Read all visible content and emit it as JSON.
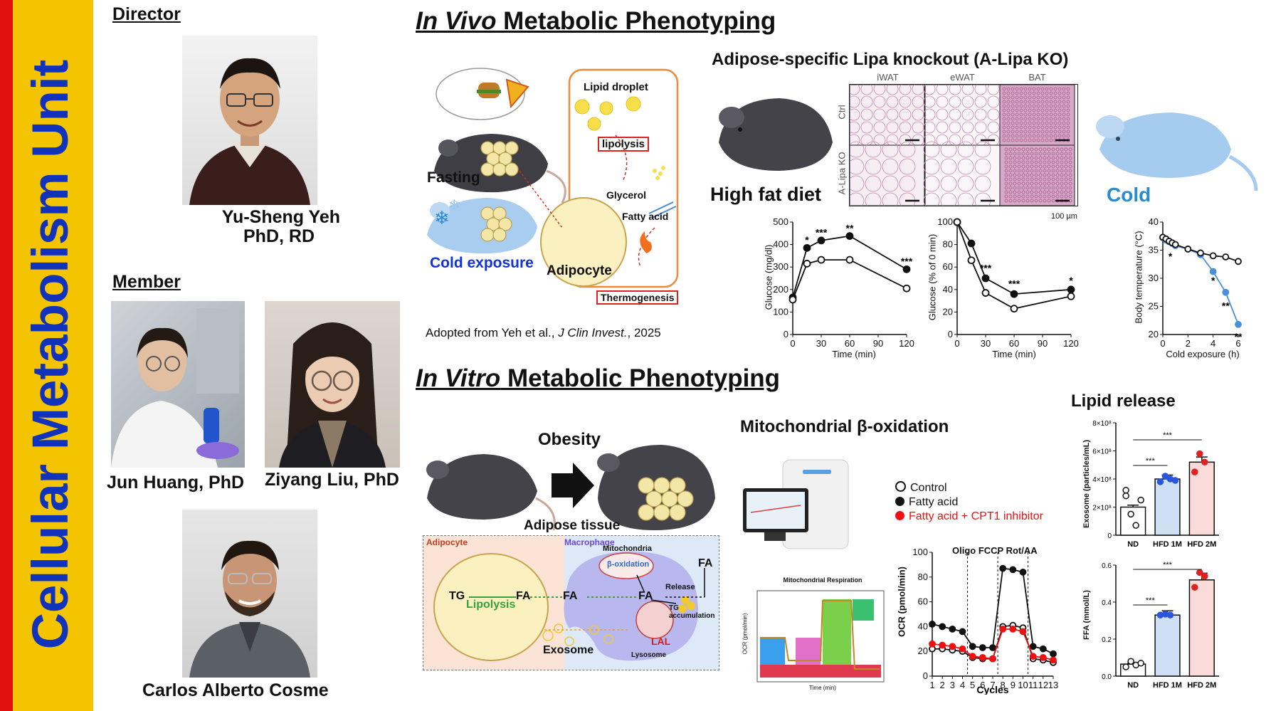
{
  "sidebar": {
    "title": "Cellular Metabolism Unit",
    "colors": {
      "red": "#e01010",
      "yellow": "#f5c400",
      "blue": "#1133bb"
    }
  },
  "people": {
    "director_heading": "Director",
    "director": {
      "name": "Yu-Sheng Yeh",
      "credentials": "PhD, RD"
    },
    "member_heading": "Member",
    "members": [
      {
        "name": "Jun Huang, PhD"
      },
      {
        "name": "Ziyang Liu, PhD"
      },
      {
        "name": "Carlos Alberto Cosme"
      }
    ]
  },
  "invivo": {
    "heading_italic": "In Vivo",
    "heading_rest": " Metabolic Phenotyping",
    "diagram": {
      "fasting": "Fasting",
      "cold_exposure": "Cold exposure",
      "lipid_droplet": "Lipid droplet",
      "lipolysis": "lipolysis",
      "glycerol": "Glycerol",
      "fatty_acid": "Fatty acid",
      "adipocyte": "Adipocyte",
      "thermogenesis": "Thermogenesis"
    },
    "citation": {
      "prefix": "Adopted from Yeh et al., ",
      "journal": "J Clin Invest.",
      "suffix": ", 2025"
    },
    "histology": {
      "title": "Adipose-specific Lipa knockout (A-Lipa KO)",
      "columns": [
        "iWAT",
        "eWAT",
        "BAT"
      ],
      "rows": [
        "Ctrl",
        "A-Lipa KO"
      ],
      "scale": "100 µm",
      "high_fat_diet": "High fat diet",
      "cold": "Cold"
    },
    "charts": {
      "gtt": {
        "ylabel": "Glucose (mg/dl)",
        "xlabel": "Time (min)",
        "xticks": [
          "0",
          "30",
          "60",
          "90",
          "120"
        ],
        "yticks": [
          "0",
          "100",
          "200",
          "300",
          "400",
          "500"
        ],
        "stars": [
          "*",
          "***",
          "**",
          "***"
        ]
      },
      "itt": {
        "ylabel": "Glucose (% of 0 min)",
        "xlabel": "Time (min)",
        "xticks": [
          "0",
          "30",
          "60",
          "90",
          "120"
        ],
        "yticks": [
          "0",
          "20",
          "40",
          "60",
          "80",
          "100"
        ],
        "stars": [
          "***",
          "***",
          "*"
        ]
      },
      "temp": {
        "ylabel": "Body temperature (°C)",
        "xlabel": "Cold exposure (h)",
        "xticks": [
          "0",
          "2",
          "4",
          "6"
        ],
        "yticks": [
          "20",
          "25",
          "30",
          "35",
          "40"
        ],
        "stars": [
          "*",
          "*",
          "**",
          "**"
        ]
      }
    }
  },
  "invitro": {
    "heading_italic": "In Vitro",
    "heading_rest": " Metabolic Phenotyping",
    "obesity": "Obesity",
    "adipose_tissue": "Adipose tissue",
    "diagram": {
      "adipocyte": "Adipocyte",
      "macrophage": "Macrophage",
      "mitochondria": "Mitochondria",
      "beta_oxidation": "β-oxidation",
      "tg": "TG",
      "fa": "FA",
      "lipolysis": "Lipolysis",
      "release": "Release",
      "tg_accumulation": "TG accumulation",
      "exosome": "Exosome",
      "lal": "LAL",
      "lysosome": "Lysosome"
    },
    "mito_title": "Mitochondrial β-oxidation",
    "seahorse_panel": {
      "title": "Mitochondrial Respiration",
      "ylabel": "OCR (pmol/min)",
      "xlabel": "Time (min)"
    },
    "legend": [
      "Control",
      "Fatty acid",
      "Fatty acid + CPT1 inhibitor"
    ],
    "legend_colors": [
      "#ffffff",
      "#111111",
      "#ee1111"
    ],
    "ocr_chart": {
      "ylabel": "OCR (pmol/min)",
      "xlabel": "Cycles",
      "injections": "Oligo FCCP Rot/AA",
      "yticks": [
        "0",
        "20",
        "40",
        "60",
        "80",
        "100"
      ],
      "xticks": [
        "1",
        "2",
        "3",
        "4",
        "5",
        "6",
        "7",
        "8",
        "9",
        "10",
        "11",
        "12",
        "13"
      ]
    },
    "lipid_release_title": "Lipid release"
  },
  "chart_data": [
    {
      "type": "line",
      "ylabel": "Glucose (mg/dl)",
      "xlabel": "Time (min)",
      "ylim": [
        0,
        500
      ],
      "xlim": [
        0,
        120
      ],
      "x": [
        0,
        15,
        30,
        60,
        120
      ],
      "series": [
        {
          "values": [
            165,
            385,
            418,
            438,
            290
          ],
          "marker": "filled"
        },
        {
          "values": [
            155,
            315,
            332,
            332,
            205
          ],
          "marker": "open"
        }
      ]
    },
    {
      "type": "line",
      "ylabel": "Glucose (% of 0 min)",
      "xlabel": "Time (min)",
      "ylim": [
        0,
        100
      ],
      "xlim": [
        0,
        120
      ],
      "x": [
        0,
        15,
        30,
        60,
        120
      ],
      "series": [
        {
          "values": [
            100,
            81,
            50,
            36,
            40
          ],
          "marker": "filled"
        },
        {
          "values": [
            100,
            66,
            37,
            23,
            34
          ],
          "marker": "open"
        }
      ]
    },
    {
      "type": "line",
      "ylabel": "Body temperature (°C)",
      "xlabel": "Cold exposure (h)",
      "ylim": [
        20,
        40
      ],
      "xlim": [
        0,
        6
      ],
      "x": [
        0,
        0.25,
        0.5,
        0.75,
        1,
        2,
        3,
        4,
        5,
        6
      ],
      "series": [
        {
          "values": [
            37.2,
            36.8,
            36.5,
            36.2,
            35.8,
            35.2,
            34.2,
            31.2,
            27.5,
            21.8
          ],
          "color": "#4a90d9"
        },
        {
          "values": [
            37.3,
            37.0,
            36.6,
            36.3,
            36.0,
            35.2,
            34.5,
            34.0,
            33.8,
            33.0
          ],
          "marker": "open"
        }
      ]
    },
    {
      "type": "line",
      "ylabel": "OCR (pmol/min)",
      "xlabel": "Cycles",
      "ylim": [
        0,
        100
      ],
      "xlim": [
        1,
        13
      ],
      "x": [
        1,
        2,
        3,
        4,
        5,
        6,
        7,
        8,
        9,
        10,
        11,
        12,
        13
      ],
      "series": [
        {
          "name": "Control",
          "values": [
            22,
            22,
            21,
            20,
            15,
            14,
            14,
            40,
            41,
            39,
            14,
            13,
            11
          ]
        },
        {
          "name": "Fatty acid",
          "values": [
            42,
            40,
            38,
            36,
            24,
            23,
            23,
            87,
            86,
            84,
            24,
            22,
            18
          ]
        },
        {
          "name": "Fatty acid + CPT1 inhibitor",
          "values": [
            26,
            25,
            24,
            22,
            16,
            15,
            14,
            38,
            38,
            36,
            16,
            15,
            13
          ]
        }
      ]
    },
    {
      "type": "bar",
      "ylabel": "Exosome (particles/mL)",
      "categories": [
        "ND",
        "HFD 1M",
        "HFD 2M"
      ],
      "values": [
        200000000.0,
        400000000.0,
        520000000.0
      ],
      "ylim": [
        0,
        800000000.0
      ],
      "yticks": [
        "0",
        "2×10⁸",
        "4×10⁸",
        "6×10⁸",
        "8×10⁸"
      ],
      "colors": [
        "#ffffff",
        "#cfe0f5",
        "#fbdada"
      ],
      "points": [
        [
          280000000.0,
          150000000.0,
          70000000.0,
          250000000.0,
          320000000.0
        ],
        [
          380000000.0,
          420000000.0,
          400000000.0,
          390000000.0
        ],
        [
          450000000.0,
          580000000.0,
          520000000.0
        ]
      ],
      "stars": [
        "***",
        "***"
      ]
    },
    {
      "type": "bar",
      "ylabel": "FFA (mmol/L)",
      "categories": [
        "ND",
        "HFD 1M",
        "HFD 2M"
      ],
      "values": [
        0.065,
        0.33,
        0.52
      ],
      "ylim": [
        0,
        0.6
      ],
      "yticks": [
        "0.0",
        "0.2",
        "0.4",
        "0.6"
      ],
      "colors": [
        "#ffffff",
        "#cfe0f5",
        "#fbdada"
      ],
      "points": [
        [
          0.05,
          0.08,
          0.06,
          0.07
        ],
        [
          0.33,
          0.335,
          0.33
        ],
        [
          0.48,
          0.56,
          0.54
        ]
      ],
      "stars": [
        "***",
        "***"
      ]
    }
  ]
}
